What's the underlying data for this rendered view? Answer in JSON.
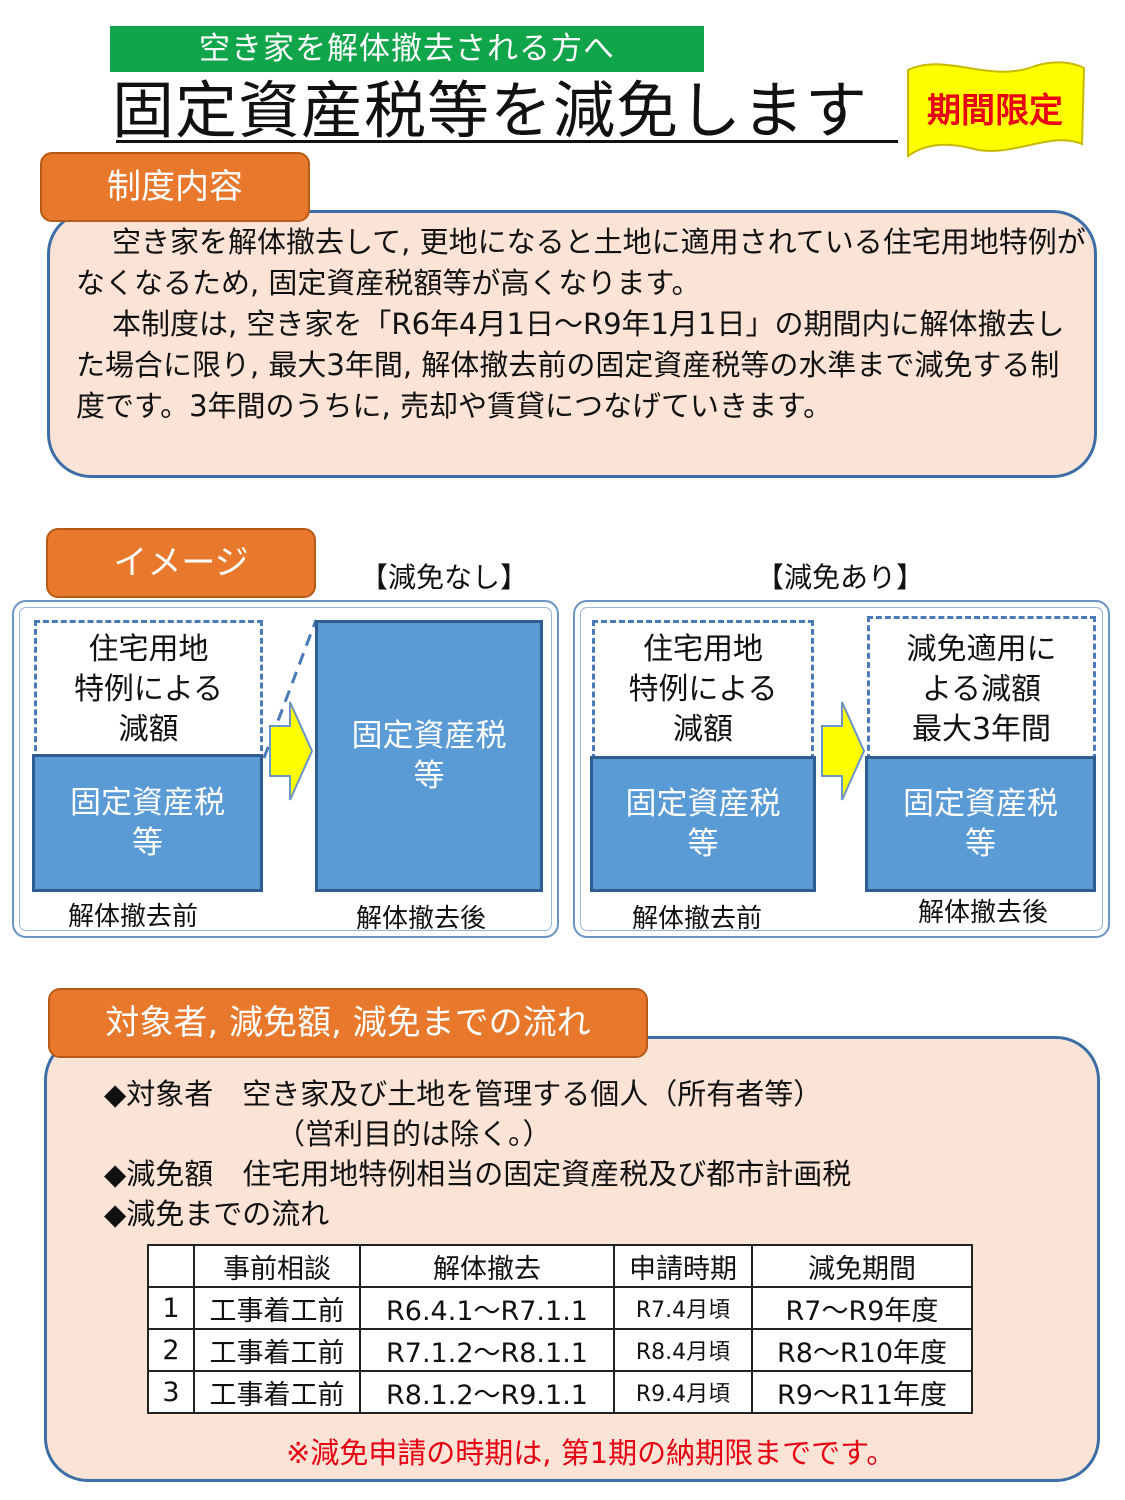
{
  "header": {
    "subtitle": "空き家を解体撤去される方へ",
    "title": "固定資産税等を減免します",
    "badge": "期間限定"
  },
  "section1": {
    "tab": "制度内容",
    "para1": "空き家を解体撤去して, 更地になると土地に適用されている住宅用地特例がなくなるため, 固定資産税額等が高くなります。",
    "para2": "本制度は, 空き家を「R6年4月1日～R9年1月1日」の期間内に解体撤去した場合に限り, 最大3年間, 解体撤去前の固定資産税等の水準まで減免する制度です。3年間のうちに, 売却や賃貸につなげていきます。"
  },
  "section2": {
    "tab": "イメージ",
    "left": {
      "heading": "【減免なし】",
      "before_dashed": "住宅用地\n特例による\n減額",
      "before_blue": "固定資産税\n等",
      "after_blue": "固定資産税\n等",
      "before_caption": "解体撤去前",
      "after_caption": "解体撤去後"
    },
    "right": {
      "heading": "【減免あり】",
      "before_dashed": "住宅用地\n特例による\n減額",
      "before_blue": "固定資産税\n等",
      "after_dashed": "減免適用に\nよる減額\n最大3年間",
      "after_blue": "固定資産税\n等",
      "before_caption": "解体撤去前",
      "after_caption": "解体撤去後"
    }
  },
  "section3": {
    "tab": "対象者, 減免額, 減免までの流れ",
    "target_line": "◆対象者　空き家及び土地を管理する個人（所有者等）",
    "target_sub": "（営利目的は除く。）",
    "amount_line": "◆減免額　住宅用地特例相当の固定資産税及び都市計画税",
    "flow_line": "◆減免までの流れ",
    "table": {
      "headers": [
        "",
        "事前相談",
        "解体撤去",
        "申請時期",
        "減免期間"
      ],
      "rows": [
        [
          "1",
          "工事着工前",
          "R6.4.1～R7.1.1",
          "R7.4月頃",
          "R7～R9年度"
        ],
        [
          "2",
          "工事着工前",
          "R7.1.2～R8.1.1",
          "R8.4月頃",
          "R8～R10年度"
        ],
        [
          "3",
          "工事着工前",
          "R8.1.2～R9.1.1",
          "R9.4月頃",
          "R9～R11年度"
        ]
      ]
    },
    "note": "※減免申請の時期は, 第1期の納期限までです。"
  },
  "colors": {
    "tab_orange": "#e8782c",
    "panel_peach": "#fbe3d6",
    "panel_border": "#3a6ea5",
    "box_blue": "#5b9bd5",
    "subtitle_green": "#10a54a",
    "badge_yellow": "#ffff00",
    "accent_red": "#e60012",
    "arrow_yellow": "#ffff00"
  }
}
